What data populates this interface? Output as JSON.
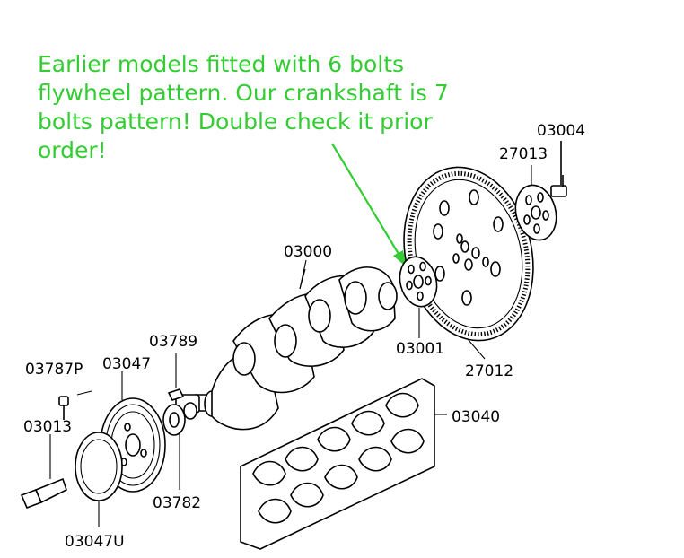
{
  "note": {
    "lines": [
      "Earlier models fitted with 6 bolts",
      "flywheel pattern. Our crankshaft is 7",
      "bolts pattern! Double check it prior",
      "order!"
    ],
    "color": "#33cc33"
  },
  "parts": {
    "p03004": "03004",
    "p27013": "27013",
    "p03000": "03000",
    "p03001": "03001",
    "p27012": "27012",
    "p03789": "03789",
    "p03787P": "03787P",
    "p03047": "03047",
    "p03040": "03040",
    "p03013": "03013",
    "p03782": "03782",
    "p03047U": "03047U"
  }
}
